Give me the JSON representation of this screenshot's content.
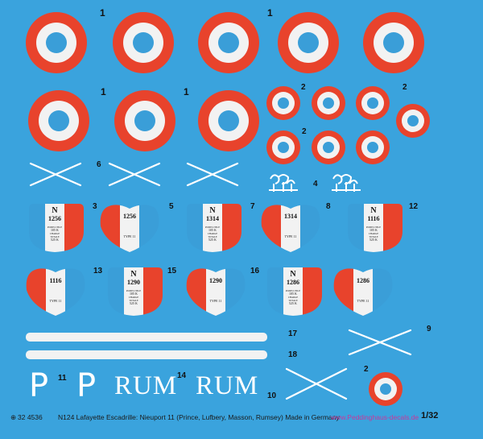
{
  "colors": {
    "background": "#3aa3dd",
    "red": "#e8432c",
    "white": "#f2f2f2",
    "blue": "#3a9ed8"
  },
  "roundels_row1_label": "1",
  "roundels_row1_label_b": "1",
  "roundels_row2_label": "1",
  "roundels_row2_label_b": "1",
  "small_roundel_labels": [
    "2",
    "2",
    "2"
  ],
  "cross_label_6": "6",
  "emblem_label_4": "4",
  "panels": [
    {
      "label": "3",
      "serial": "1256",
      "kind": "N"
    },
    {
      "label": "5",
      "serial": "1256",
      "kind": "TYPE"
    },
    {
      "label": "7",
      "serial": "1314",
      "kind": "N"
    },
    {
      "label": "8",
      "serial": "1314",
      "kind": "TYPE"
    },
    {
      "label": "12",
      "serial": "1116",
      "kind": "N"
    },
    {
      "label": "13",
      "serial": "1116",
      "kind": "TYPE"
    },
    {
      "label": "15",
      "serial": "1290",
      "kind": "N"
    },
    {
      "label": "16",
      "serial": "1290",
      "kind": "TYPE"
    },
    {
      "label": "",
      "serial": "1286",
      "kind": "N"
    },
    {
      "label": "",
      "serial": "1286",
      "kind": "TYPE"
    }
  ],
  "panel_n_letter": "N",
  "panel_small_text_a": "POIDS UTILE",
  "panel_small_text_b": "105 K",
  "panel_small_text_c": "CHARGE TOTALE",
  "panel_small_text_d": "525 K",
  "panel_type_text": "TYPE 11",
  "stripe_labels": [
    "17",
    "18"
  ],
  "cross_label_9": "9",
  "cross_label_10": "10",
  "single_roundel_label": "2",
  "letters": {
    "p1": "P",
    "p_label": "11",
    "p2": "P",
    "rum1": "RUM",
    "rum_label": "14",
    "rum2": "RUM"
  },
  "footer": {
    "code": "32 4536",
    "description": "N124 Lafayette Escadrille: Nieuport 11 (Prince, Lufbery, Masson, Rumsey) Made in Germany",
    "url": "www.Peddinghaus-decals.de",
    "scale": "1/32"
  }
}
